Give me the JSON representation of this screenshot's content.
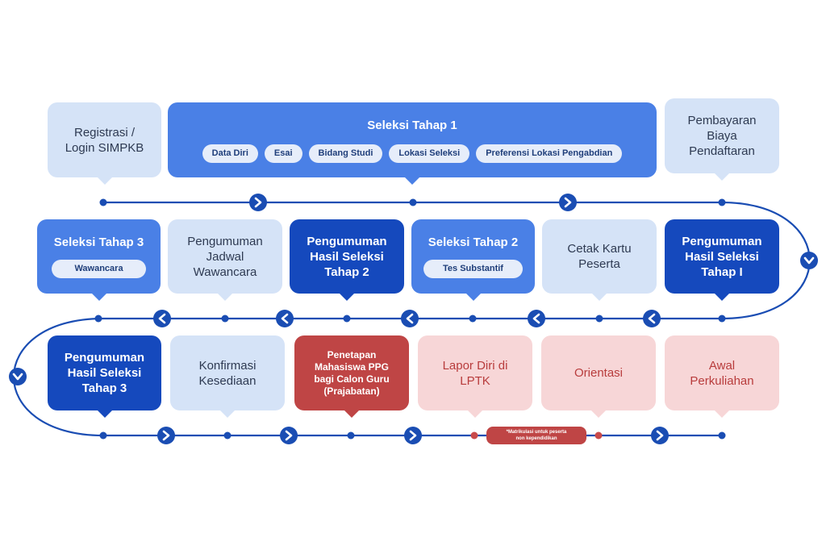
{
  "colors": {
    "line": "#1a4db3",
    "light_card": "#d5e3f7",
    "mid_card": "#4a80e6",
    "dark_card": "#1549bd",
    "pink_card": "#f7d6d7",
    "red_card": "#bf4545",
    "pill": "#e6edfa"
  },
  "icons": {
    "arrow_right": "chevron-right-icon",
    "arrow_left": "chevron-left-icon",
    "arrow_down": "chevron-down-icon"
  },
  "row1": {
    "registrasi": {
      "line1": "Registrasi /",
      "line2": "Login SIMPKB"
    },
    "seleksi1": {
      "title": "Seleksi Tahap 1",
      "tags": [
        "Data Diri",
        "Esai",
        "Bidang Studi",
        "Lokasi Seleksi",
        "Preferensi Lokasi Pengabdian"
      ]
    },
    "pembayaran": {
      "line1": "Pembayaran",
      "line2": "Biaya",
      "line3": "Pendaftaran"
    }
  },
  "row2": {
    "seleksi3": {
      "title": "Seleksi Tahap 3",
      "tag": "Wawancara"
    },
    "pengumuman_jadwal": {
      "line1": "Pengumuman",
      "line2": "Jadwal",
      "line3": "Wawancara"
    },
    "hasil2": {
      "line1": "Pengumuman",
      "line2": "Hasil Seleksi",
      "line3": "Tahap 2"
    },
    "seleksi2": {
      "title": "Seleksi Tahap 2",
      "tag": "Tes Substantif"
    },
    "cetak": {
      "line1": "Cetak Kartu",
      "line2": "Peserta"
    },
    "hasil1": {
      "line1": "Pengumuman",
      "line2": "Hasil Seleksi",
      "line3": "Tahap I"
    }
  },
  "row3": {
    "hasil3": {
      "line1": "Pengumuman",
      "line2": "Hasil Seleksi",
      "line3": "Tahap 3"
    },
    "konfirmasi": {
      "line1": "Konfirmasi",
      "line2": "Kesediaan"
    },
    "penetapan": {
      "line1": "Penetapan",
      "line2": "Mahasiswa PPG",
      "line3": "bagi Calon Guru",
      "line4": "(Prajabatan)"
    },
    "lapor": {
      "line1": "Lapor Diri di",
      "line2": "LPTK"
    },
    "orientasi": {
      "line1": "Orientasi"
    },
    "awal": {
      "line1": "Awal",
      "line2": "Perkuliahan"
    }
  },
  "note": {
    "line1": "*Matrikulasi untuk peserta",
    "line2": "non kependidikan"
  }
}
